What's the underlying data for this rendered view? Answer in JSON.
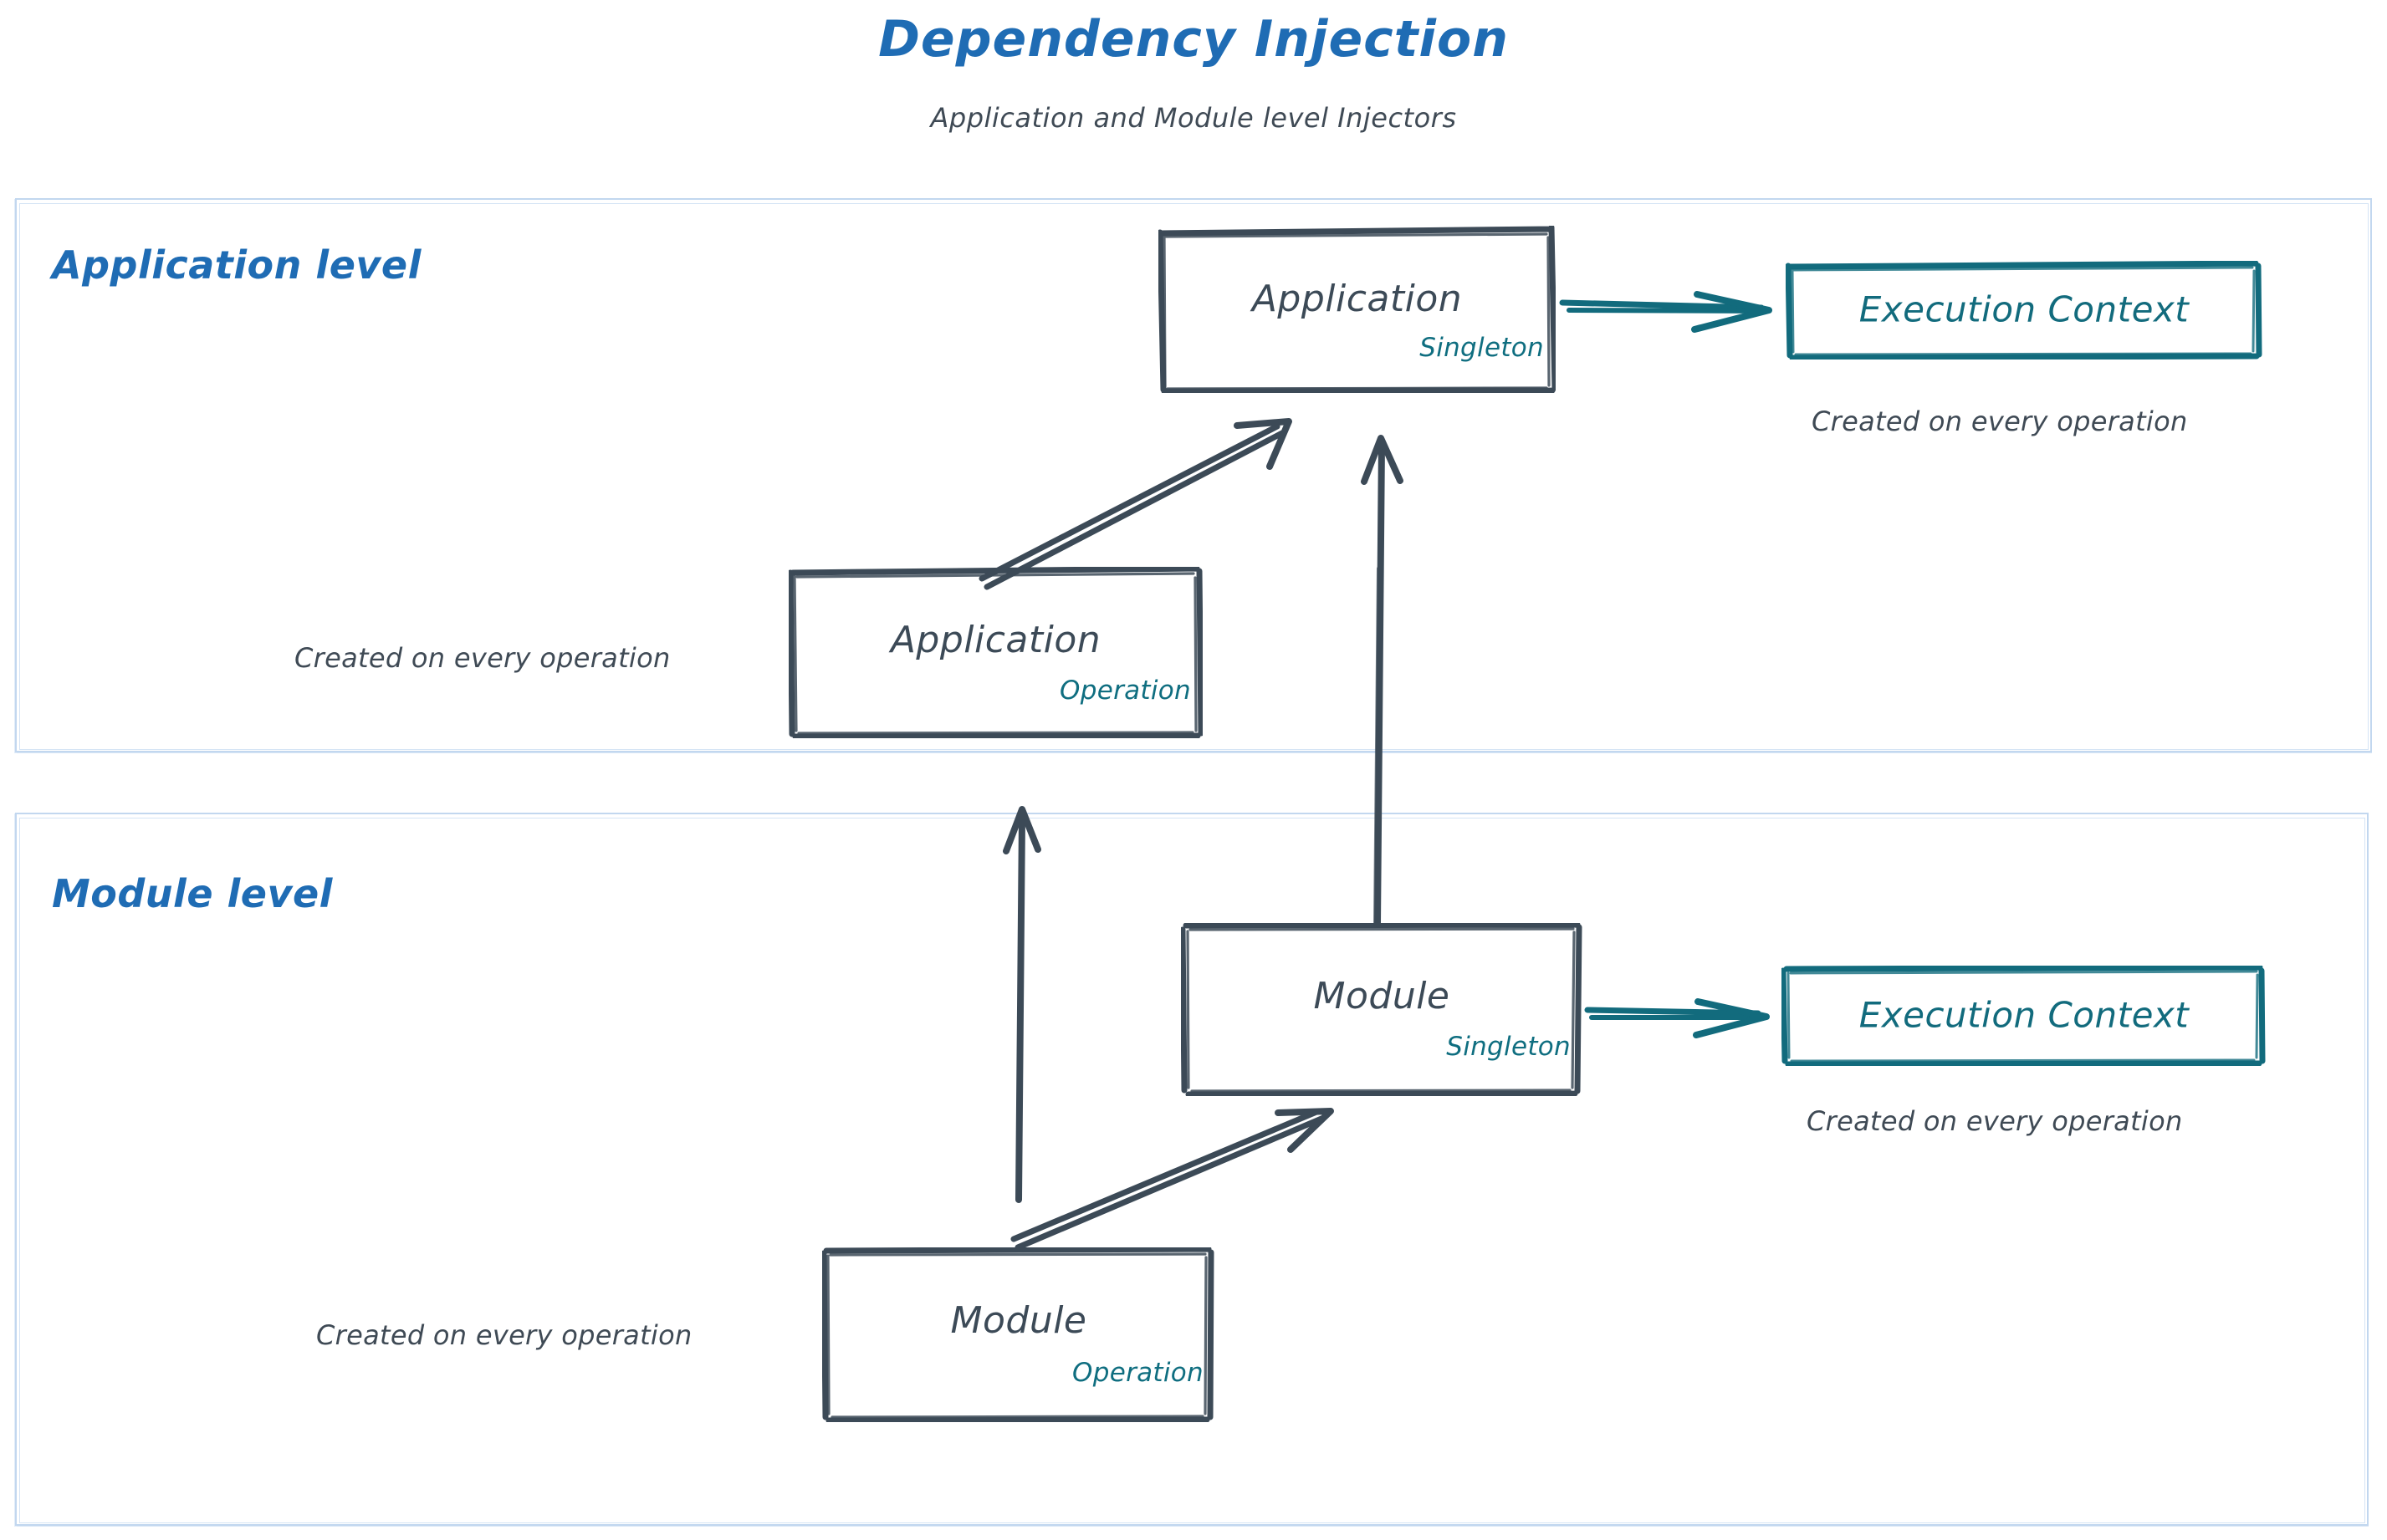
{
  "header": {
    "title": "Dependency Injection",
    "subtitle": "Application and Module level Injectors"
  },
  "colors": {
    "title_blue": "#1f6cb4",
    "frame_blue": "#c2d7ef",
    "node_stroke": "#3c4a57",
    "scope_teal": "#0f6e80",
    "context_teal": "#126b7d",
    "caption_gray": "#3f4a55"
  },
  "levels": [
    {
      "id": "application-level",
      "label": "Application level",
      "nodes": [
        {
          "id": "application-singleton",
          "title": "Application",
          "scope": "Singleton"
        },
        {
          "id": "application-operation",
          "title": "Application",
          "scope": "Operation"
        }
      ],
      "context": {
        "id": "execution-context-application",
        "title": "Execution Context",
        "caption": "Created on every operation"
      },
      "captions": [
        {
          "id": "application-operation-caption",
          "text": "Created on every operation"
        }
      ]
    },
    {
      "id": "module-level",
      "label": "Module level",
      "nodes": [
        {
          "id": "module-singleton",
          "title": "Module",
          "scope": "Singleton"
        },
        {
          "id": "module-operation",
          "title": "Module",
          "scope": "Operation"
        }
      ],
      "context": {
        "id": "execution-context-module",
        "title": "Execution Context",
        "caption": "Created on every operation"
      },
      "captions": [
        {
          "id": "module-operation-caption",
          "text": "Created on every operation"
        }
      ]
    }
  ],
  "edges": [
    {
      "id": "app-singleton-to-execution-context",
      "from": "application-singleton",
      "to": "execution-context-application",
      "style": "teal-arrow"
    },
    {
      "id": "app-operation-to-app-singleton",
      "from": "application-operation",
      "to": "application-singleton",
      "style": "double-line-arrow"
    },
    {
      "id": "module-singleton-to-app-singleton",
      "from": "module-singleton",
      "to": "application-singleton",
      "style": "single-line-arrow"
    },
    {
      "id": "module-singleton-to-execution-context",
      "from": "module-singleton",
      "to": "execution-context-module",
      "style": "teal-arrow"
    },
    {
      "id": "module-operation-to-module-singleton",
      "from": "module-operation",
      "to": "module-singleton",
      "style": "double-line-arrow"
    },
    {
      "id": "module-operation-to-app-operation",
      "from": "module-operation",
      "to": "application-operation",
      "style": "single-line-arrow"
    }
  ]
}
